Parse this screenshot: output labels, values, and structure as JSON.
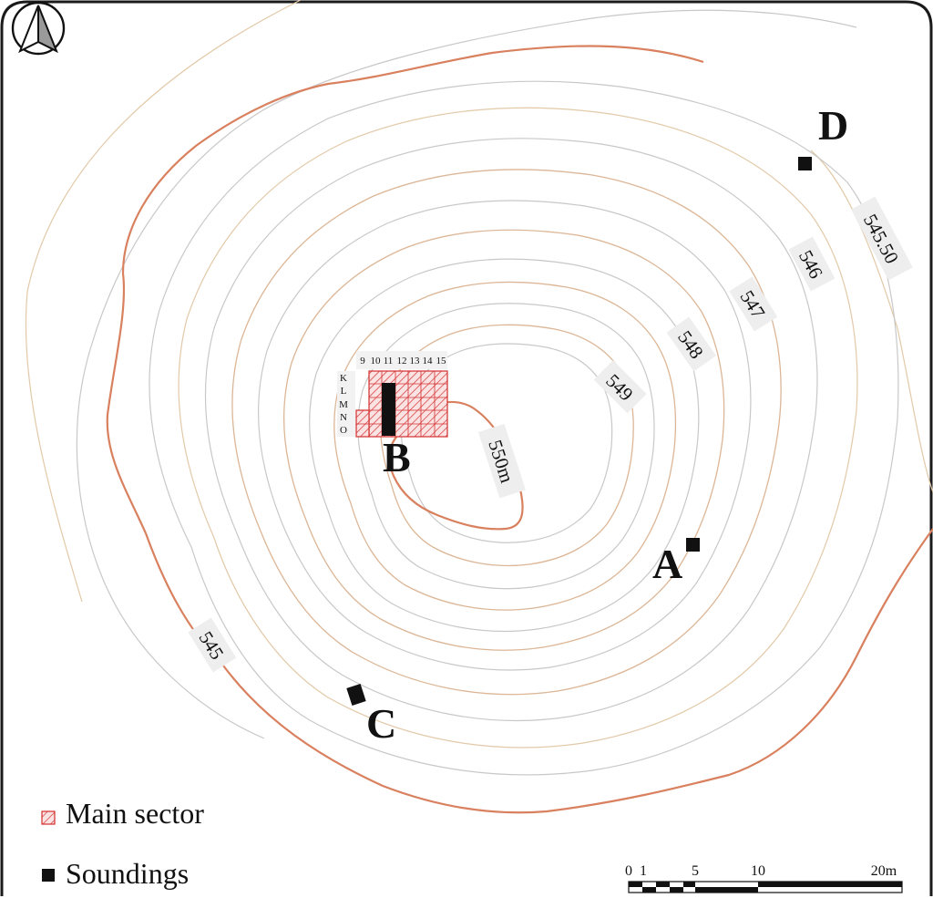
{
  "map": {
    "north_arrow_icon": "north-arrow-icon",
    "contour_labels": [
      "545",
      "545.50",
      "546",
      "547",
      "548",
      "549",
      "550m"
    ],
    "site_labels": [
      "A",
      "B",
      "C",
      "D"
    ],
    "grid": {
      "columns": [
        "9",
        "10",
        "11",
        "12",
        "13",
        "14",
        "15"
      ],
      "rows": [
        "K",
        "L",
        "M",
        "N",
        "O"
      ]
    },
    "legend": {
      "main_sector": "Main sector",
      "soundings": "Soundings"
    },
    "scale_bar": {
      "labels": [
        "0",
        "1",
        "5",
        "10",
        "20m"
      ]
    },
    "colors": {
      "index_contour": "#d9805e",
      "intermediate_contour": "#c8c8c8",
      "tan_contour": "#e2c9a8",
      "main_sector": "#d32f2f",
      "sounding": "#111111"
    }
  }
}
